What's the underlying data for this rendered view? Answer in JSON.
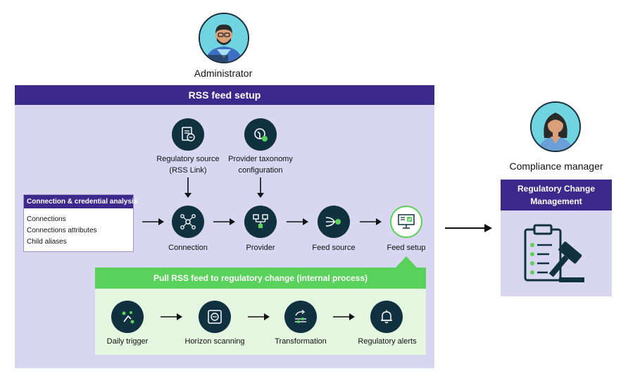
{
  "administrator": {
    "label": "Administrator",
    "avatar_icon": "person-icon"
  },
  "compliance_manager": {
    "label": "Compliance manager",
    "avatar_icon": "person-icon"
  },
  "rss_setup": {
    "title": "RSS feed setup",
    "connection_box": {
      "title": "Connection & credential analysis",
      "items": [
        "Connections",
        "Connections attributes",
        "Child aliases"
      ]
    },
    "top_nodes": [
      {
        "label_line1": "Regulatory source",
        "label_line2": "(RSS Link)",
        "icon": "document-icon"
      },
      {
        "label_line1": "Provider taxonomy",
        "label_line2": "configuration",
        "icon": "gear-icon"
      }
    ],
    "flow_nodes": [
      {
        "label": "Connection",
        "icon": "network-icon"
      },
      {
        "label": "Provider",
        "icon": "hierarchy-icon"
      },
      {
        "label": "Feed source",
        "icon": "source-icon"
      },
      {
        "label": "Feed setup",
        "icon": "monitor-check-icon"
      }
    ]
  },
  "internal_process": {
    "title": "Pull RSS feed to regulatory change (internal process)",
    "steps": [
      {
        "label": "Daily trigger",
        "icon": "trigger-icon"
      },
      {
        "label": "Horizon scanning",
        "icon": "scan-icon"
      },
      {
        "label": "Transformation",
        "icon": "transform-icon"
      },
      {
        "label": "Regulatory alerts",
        "icon": "bell-icon"
      }
    ]
  },
  "rcm": {
    "title_line1": "Regulatory Change",
    "title_line2": "Management",
    "icon": "clipboard-gavel-icon"
  },
  "colors": {
    "header": "#3b2a8c",
    "panel": "#d9d6f2",
    "icon_circle": "#0f3140",
    "green_header": "#5ad15a",
    "green_panel": "#e4f6e0"
  }
}
